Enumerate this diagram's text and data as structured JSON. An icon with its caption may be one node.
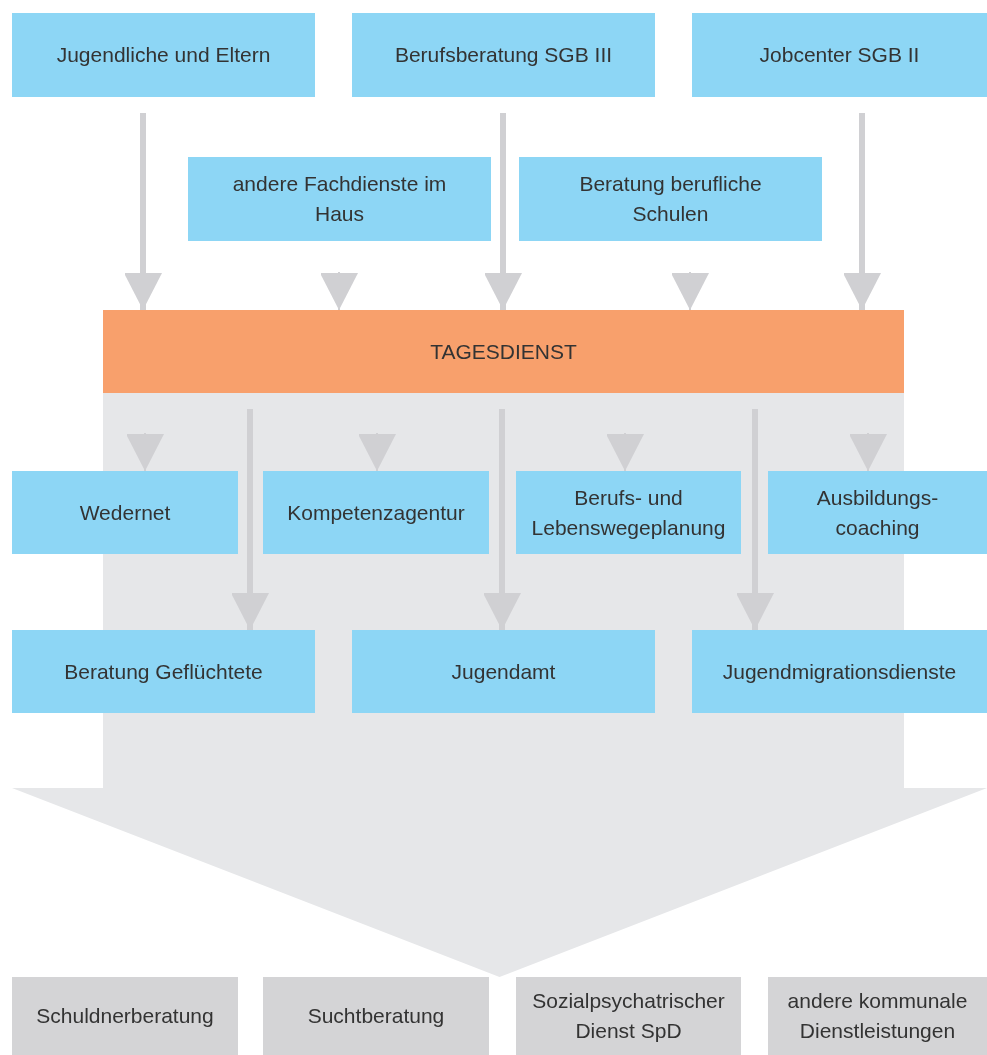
{
  "diagram": {
    "nodes": [
      {
        "text": [
          "Jugendliche und Eltern"
        ]
      },
      {
        "text": [
          "Berufsberatung SGB III"
        ]
      },
      {
        "text": [
          "Jobcenter SGB II"
        ]
      },
      {
        "text": [
          "andere Fachdienste im Haus"
        ]
      },
      {
        "text": [
          "Beratung berufliche Schulen"
        ]
      },
      {
        "text": [
          "TAGESDIENST"
        ]
      },
      {
        "text": [
          "Wedernet"
        ]
      },
      {
        "text": [
          "Kompetenzagentur"
        ]
      },
      {
        "text": [
          "Berufs- und Lebenswegeplanung"
        ]
      },
      {
        "text": [
          "Ausbildungs- coaching"
        ]
      },
      {
        "text": [
          "Beratung Geflüchtete"
        ]
      },
      {
        "text": [
          "Jugendamt"
        ]
      },
      {
        "text": [
          "Jugendmigrationsdienste"
        ]
      },
      {
        "text": [
          "Schuldnerberatung"
        ]
      },
      {
        "text": [
          "Suchtberatung"
        ]
      },
      {
        "text": [
          "Sozialpsychatrischer Dienst SpD"
        ]
      },
      {
        "text": [
          "andere kommunale Dienstleistungen"
        ]
      }
    ],
    "edges": [
      {
        "from": 0,
        "to": 5,
        "arrow": "to",
        "style": "thick"
      },
      {
        "from": 3,
        "to": 5,
        "arrow": "to"
      },
      {
        "from": 1,
        "to": 5,
        "arrow": "to",
        "style": "thick"
      },
      {
        "from": 4,
        "to": 5,
        "arrow": "to"
      },
      {
        "from": 2,
        "to": 5,
        "arrow": "to",
        "style": "thick"
      },
      {
        "from": 5,
        "to": 6,
        "arrow": "to"
      },
      {
        "from": 5,
        "to": 10,
        "arrow": "to",
        "style": "thick"
      },
      {
        "from": 5,
        "to": 7,
        "arrow": "to"
      },
      {
        "from": 5,
        "to": 11,
        "arrow": "to",
        "style": "thick"
      },
      {
        "from": 5,
        "to": 8,
        "arrow": "to"
      },
      {
        "from": 5,
        "to": 12,
        "arrow": "to",
        "style": "thick"
      },
      {
        "from": 5,
        "to": 9,
        "arrow": "to"
      },
      {
        "from": 5,
        "to": 13,
        "arrow": "to"
      },
      {
        "from": 5,
        "to": 14,
        "arrow": "to"
      },
      {
        "from": 5,
        "to": 15,
        "arrow": "to"
      },
      {
        "from": 5,
        "to": 16,
        "arrow": "to"
      }
    ]
  }
}
